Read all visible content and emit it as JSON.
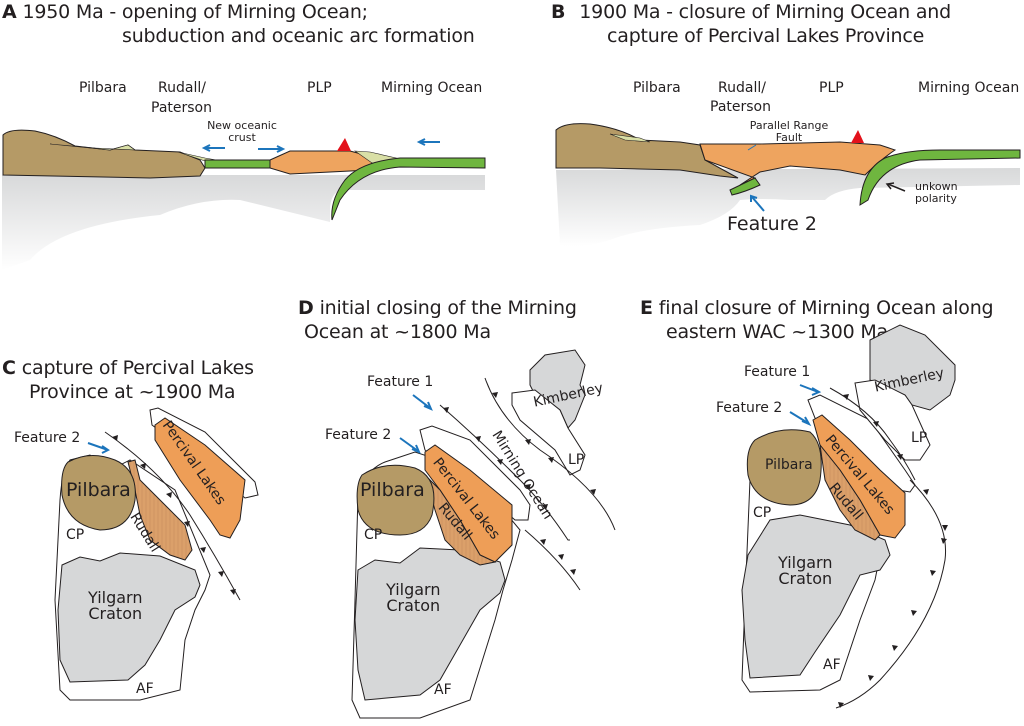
{
  "colors": {
    "pilbara": "#b59a66",
    "rudall": "#dba06a",
    "percival": "#ee9e57",
    "plp_arc": "#eea45f",
    "ocean_crust": "#6fb63f",
    "sediment": "#d9dfa6",
    "craton_grey": "#d6d7d8",
    "mantle_shadow": "#e6e7e8",
    "volcano": "#e3121b",
    "arrow_blue": "#1c75bc",
    "line": "#231f20"
  },
  "panel_a": {
    "letter": "A",
    "title_line1": "1950 Ma - opening of Mirning Ocean;",
    "title_line2": "subduction and oceanic arc formation",
    "labels": {
      "pilbara": "Pilbara",
      "rudall_1": "Rudall/",
      "rudall_2": "Paterson",
      "plp": "PLP",
      "mirning": "Mirning Ocean",
      "new_crust_1": "New oceanic",
      "new_crust_2": "crust"
    }
  },
  "panel_b": {
    "letter": "B",
    "title_line1": "1900 Ma - closure of Mirning Ocean and",
    "title_line2": "capture of Percival Lakes Province",
    "labels": {
      "pilbara": "Pilbara",
      "rudall_1": "Rudall/",
      "rudall_2": "Paterson",
      "plp": "PLP",
      "mirning": "Mirning Ocean",
      "fault_1": "Parallel Range",
      "fault_2": "Fault",
      "feature2": "Feature 2",
      "polarity_1": "unkown",
      "polarity_2": "polarity"
    }
  },
  "panel_c": {
    "letter": "C",
    "title_line1": "capture of Percival Lakes",
    "title_line2": "Province at ~1900 Ma",
    "labels": {
      "feature2": "Feature 2",
      "pilbara": "Pilbara",
      "rudall": "Rudall",
      "percival": "Percival Lakes",
      "cp": "CP",
      "yilgarn_1": "Yilgarn",
      "yilgarn_2": "Craton",
      "af": "AF"
    }
  },
  "panel_d": {
    "letter": "D",
    "title_line1": "initial closing of the Mirning",
    "title_line2": "Ocean at ~1800 Ma",
    "labels": {
      "feature1": "Feature 1",
      "feature2": "Feature 2",
      "pilbara": "Pilbara",
      "rudall": "Rudall",
      "percival": "Percival Lakes",
      "mirning": "Mirning Ocean",
      "kimberley": "Kimberley",
      "lp": "LP",
      "cp": "CP",
      "yilgarn_1": "Yilgarn",
      "yilgarn_2": "Craton",
      "af": "AF"
    }
  },
  "panel_e": {
    "letter": "E",
    "title_line1": "final closure of Mirning Ocean along",
    "title_line2": "eastern WAC ~1300 Ma",
    "labels": {
      "feature1": "Feature 1",
      "feature2": "Feature 2",
      "pilbara": "Pilbara",
      "rudall": "Rudall",
      "percival": "Percival Lakes",
      "kimberley": "Kimberley",
      "lp": "LP",
      "cp": "CP",
      "yilgarn_1": "Yilgarn",
      "yilgarn_2": "Craton",
      "af": "AF"
    }
  }
}
